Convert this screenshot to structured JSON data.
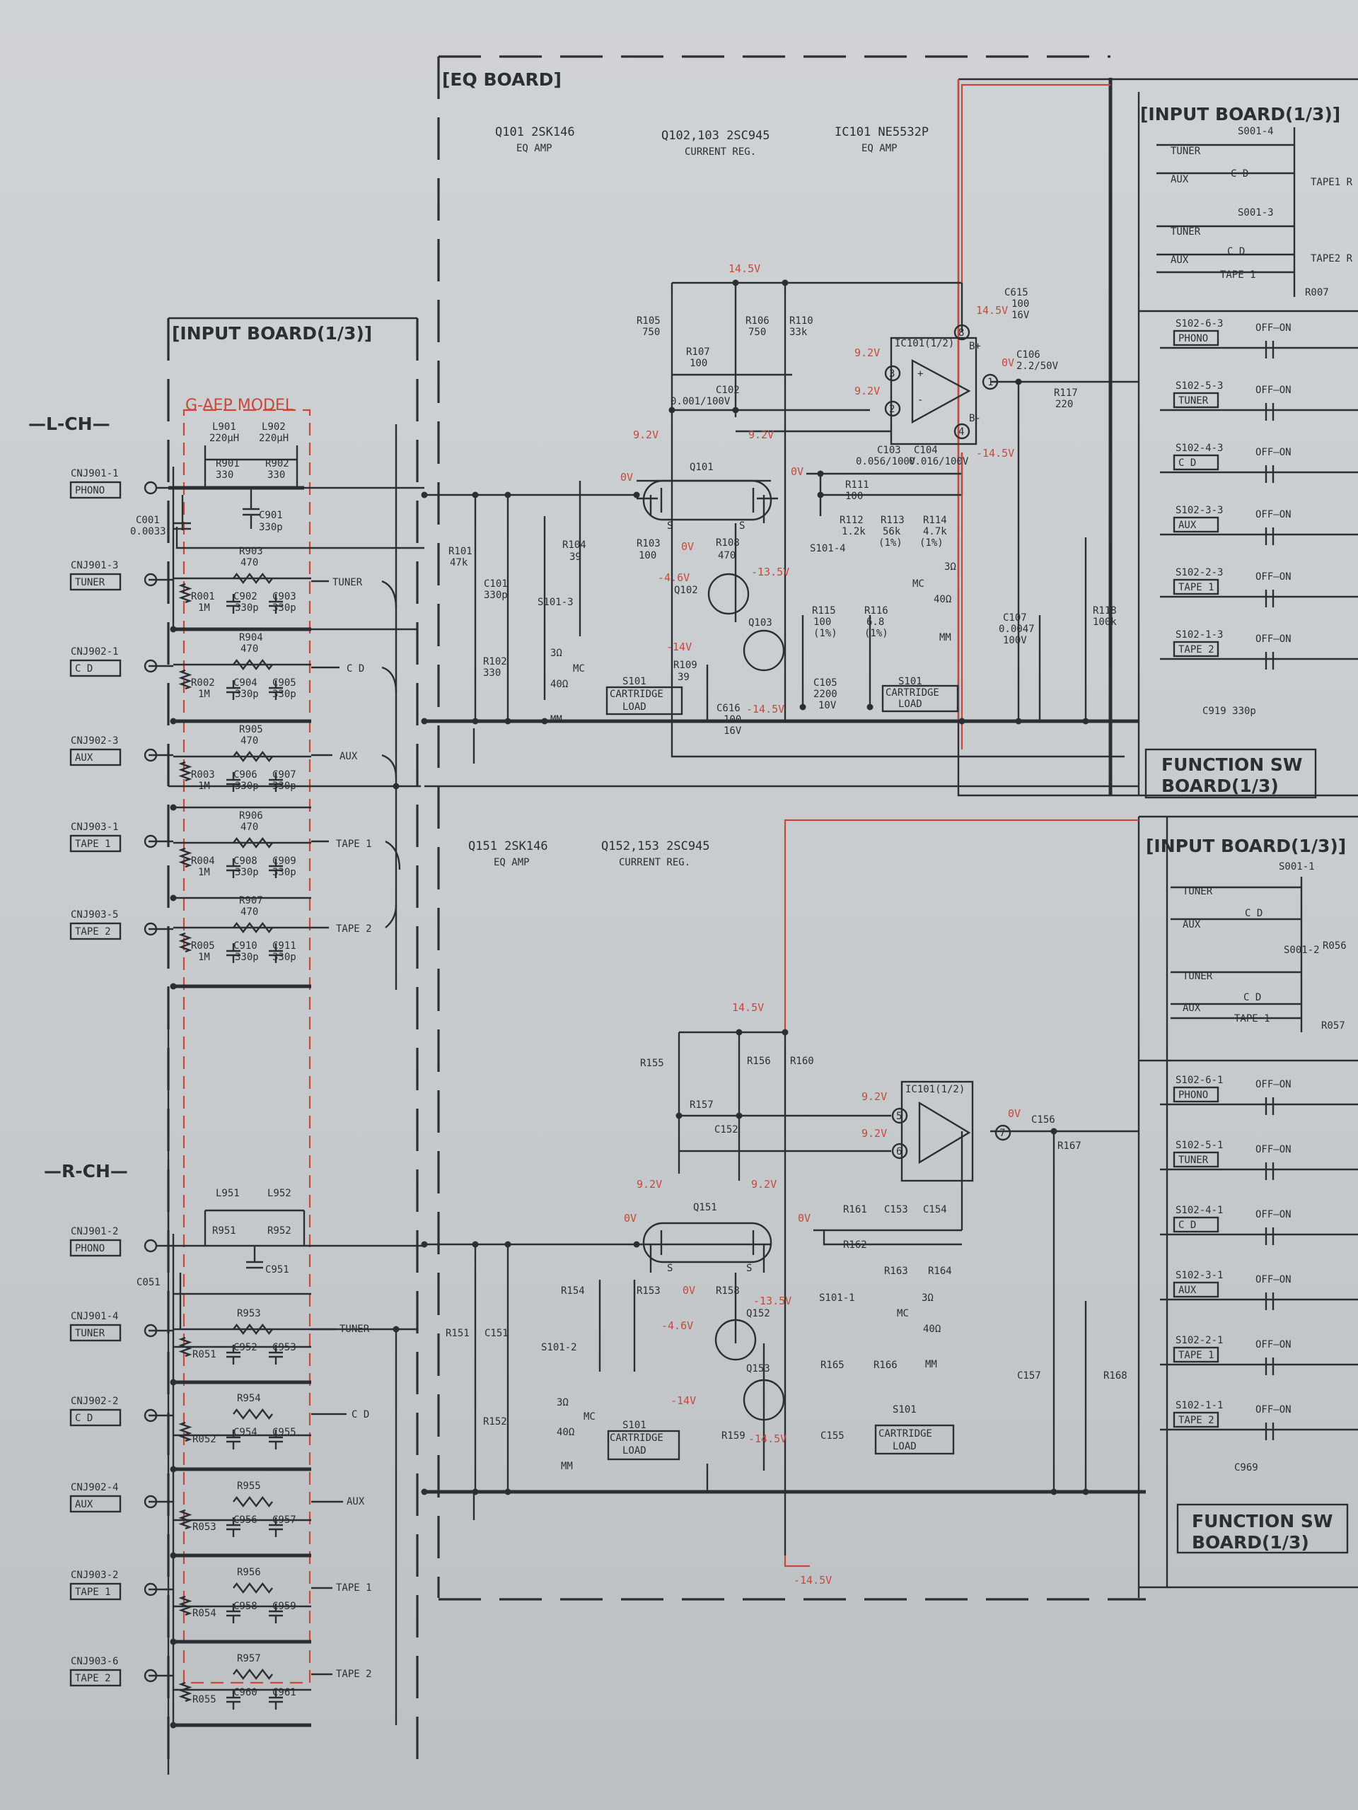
{
  "boards": {
    "eq_board": "[EQ BOARD]",
    "input_board_left": "[INPUT BOARD(1/3)]",
    "input_board_right_top": "[INPUT BOARD(1/3)]",
    "input_board_right_bottom": "[INPUT BOARD(1/3)]",
    "function_sw_top": [
      "FUNCTION SW",
      "BOARD(1/3)"
    ],
    "function_sw_bottom": [
      "FUNCTION SW",
      "BOARD(1/3)"
    ],
    "g_aep_model": "G-AEP MODEL"
  },
  "channels": {
    "left": "—L-CH—",
    "right": "—R-CH—"
  },
  "headers_top": [
    {
      "ref": "Q101 2SK146",
      "desc": "EQ AMP"
    },
    {
      "ref": "Q102,103 2SC945",
      "desc": "CURRENT REG."
    },
    {
      "ref": "IC101 NE5532P",
      "desc": "EQ AMP"
    }
  ],
  "headers_bottom": [
    {
      "ref": "Q151 2SK146",
      "desc": "EQ AMP"
    },
    {
      "ref": "Q152,153 2SC945",
      "desc": "CURRENT REG."
    }
  ],
  "connectors_l": [
    {
      "ref": "CNJ901-1",
      "label": "PHONO"
    },
    {
      "ref": "CNJ901-3",
      "label": "TUNER"
    },
    {
      "ref": "CNJ902-1",
      "label": "C D"
    },
    {
      "ref": "CNJ902-3",
      "label": "AUX"
    },
    {
      "ref": "CNJ903-1",
      "label": "TAPE 1"
    },
    {
      "ref": "CNJ903-5",
      "label": "TAPE 2"
    }
  ],
  "connectors_r": [
    {
      "ref": "CNJ901-2",
      "label": "PHONO"
    },
    {
      "ref": "CNJ901-4",
      "label": "TUNER"
    },
    {
      "ref": "CNJ902-2",
      "label": "C D"
    },
    {
      "ref": "CNJ902-4",
      "label": "AUX"
    },
    {
      "ref": "CNJ903-2",
      "label": "TAPE 1"
    },
    {
      "ref": "CNJ903-6",
      "label": "TAPE 2"
    }
  ],
  "bus_labels_l": [
    "TUNER",
    "C D",
    "AUX",
    "TAPE 1",
    "TAPE 2"
  ],
  "bus_labels_r": [
    "TUNER",
    "C D",
    "AUX",
    "TAPE 1",
    "TAPE 2"
  ],
  "input_parts_l": {
    "phono": [
      "L901",
      "220μH",
      "L902",
      "220μH",
      "R901",
      "330",
      "R902",
      "330",
      "C901",
      "330p",
      "C001",
      "0.0033"
    ],
    "rows": [
      [
        "R903",
        "470",
        "R001",
        "1M",
        "C902",
        "330p",
        "C903",
        "330p"
      ],
      [
        "R904",
        "470",
        "R002",
        "1M",
        "C904",
        "330p",
        "C905",
        "330p"
      ],
      [
        "R905",
        "470",
        "R003",
        "1M",
        "C906",
        "330p",
        "C907",
        "330p"
      ],
      [
        "R906",
        "470",
        "R004",
        "1M",
        "C908",
        "330p",
        "C909",
        "330p"
      ],
      [
        "R907",
        "470",
        "R005",
        "1M",
        "C910",
        "330p",
        "C911",
        "330p"
      ]
    ]
  },
  "input_parts_r": {
    "phono": [
      "L951",
      "L952",
      "R951",
      "R952",
      "C951",
      "C051"
    ],
    "rows": [
      [
        "R953",
        "R051",
        "C952",
        "C953"
      ],
      [
        "R954",
        "R052",
        "C954",
        "C955"
      ],
      [
        "R955",
        "R053",
        "C956",
        "C957"
      ],
      [
        "R956",
        "R054",
        "C958",
        "C959"
      ],
      [
        "R957",
        "R055",
        "C960",
        "C961"
      ]
    ]
  },
  "eq_top_parts": {
    "r101": [
      "R101",
      "47k"
    ],
    "c101": [
      "C101",
      "330p"
    ],
    "r102": [
      "R102",
      "330"
    ],
    "r104": [
      "R104",
      "39"
    ],
    "r103": [
      "R103",
      "100"
    ],
    "r105": [
      "R105",
      "750"
    ],
    "r106": [
      "R106",
      "750"
    ],
    "r110": [
      "R110",
      "33k"
    ],
    "r107": [
      "R107",
      "100"
    ],
    "c102": [
      "C102",
      "0.001/100V"
    ],
    "q101": "Q101",
    "q102": "Q102",
    "q103": "Q103",
    "r108": [
      "R108",
      "470"
    ],
    "r109": [
      "R109",
      "39"
    ],
    "c616": [
      "C616",
      "100",
      "16V"
    ],
    "c105": [
      "C105",
      "2200",
      "10V"
    ],
    "r111": [
      "R111",
      "100"
    ],
    "r112": [
      "R112",
      "1.2k"
    ],
    "r113": [
      "R113",
      "56k",
      "(1%)"
    ],
    "r114": [
      "R114",
      "4.7k",
      "(1%)"
    ],
    "c103": [
      "C103",
      "0.056/100V"
    ],
    "c104": [
      "C104",
      "0.016/100V"
    ],
    "r115": [
      "R115",
      "100",
      "(1%)"
    ],
    "r116": [
      "R116",
      "6.8",
      "(1%)"
    ],
    "ic": "IC101(1/2)",
    "c615": [
      "C615",
      "100",
      "16V"
    ],
    "c106": [
      "C106",
      "2.2/50V"
    ],
    "r117": [
      "R117",
      "220"
    ],
    "c107": [
      "C107",
      "0.0047",
      "100V"
    ],
    "r118": [
      "R118",
      "100k"
    ],
    "s101_3": "S101-3",
    "s101_4": "S101-4",
    "cartridge": [
      "S101",
      "CARTRIDGE",
      "LOAD"
    ],
    "mcmm": [
      "3Ω",
      "MC",
      "40Ω",
      "MM"
    ],
    "pins": [
      "8",
      "B+",
      "3",
      "2",
      "1",
      "4",
      "B-",
      "+",
      "-"
    ],
    "s": "S"
  },
  "eq_bottom_parts": {
    "r151": "R151",
    "c151": "C151",
    "r152": "R152",
    "r154": "R154",
    "r153": "R153",
    "r155": "R155",
    "r156": "R156",
    "r160": "R160",
    "r157": "R157",
    "c152": "C152",
    "q151": "Q151",
    "q152": "Q152",
    "q153": "Q153",
    "r158": "R158",
    "r159": "R159",
    "c155": "C155",
    "r161": "R161",
    "c153": "C153",
    "c154": "C154",
    "r162": "R162",
    "r163": "R163",
    "r164": "R164",
    "r165": "R165",
    "r166": "R166",
    "ic": "IC101(1/2)",
    "c156": "C156",
    "r167": "R167",
    "c157": "C157",
    "r168": "R168",
    "s101_2": "S101-2",
    "s101_1": "S101-1",
    "pins": [
      "5",
      "6",
      "7"
    ]
  },
  "voltages": {
    "v145": "14.5V",
    "vn145": "-14.5V",
    "v92": "9.2V",
    "v0": "0V",
    "vn46": "-4.6V",
    "vn135": "-13.5V",
    "vn14": "-14V"
  },
  "right_top": {
    "s001_4": "S001-4",
    "s001_3": "S001-3",
    "tuner": "TUNER",
    "aux": "AUX",
    "cd": "C D",
    "tape": "TAPE 1",
    "rec_out": [
      "TAPE1 R",
      "TAPE2 R"
    ],
    "r007": "R007",
    "switches": [
      [
        "S102-6-3",
        "PHONO"
      ],
      [
        "S102-5-3",
        "TUNER"
      ],
      [
        "S102-4-3",
        "C D"
      ],
      [
        "S102-3-3",
        "AUX"
      ],
      [
        "S102-2-3",
        "TAPE 1"
      ],
      [
        "S102-1-3",
        "TAPE 2"
      ]
    ],
    "offon": "OFF—ON",
    "bus": [
      "TUNER",
      "C D",
      "AUX",
      "TAPE 1",
      "TAPE 2"
    ],
    "c919": "C919 330p"
  },
  "right_bottom": {
    "s001_1": "S001-1",
    "s001_2": "S001-2",
    "tuner": "TUNER",
    "aux": "AUX",
    "cd": "C D",
    "tape": "TAPE 1",
    "r056": "R056",
    "r057": "R057",
    "switches": [
      [
        "S102-6-1",
        "PHONO"
      ],
      [
        "S102-5-1",
        "TUNER"
      ],
      [
        "S102-4-1",
        "C D"
      ],
      [
        "S102-3-1",
        "AUX"
      ],
      [
        "S102-2-1",
        "TAPE 1"
      ],
      [
        "S102-1-1",
        "TAPE 2"
      ]
    ],
    "offon": "OFF—ON",
    "bus": [
      "TUNER",
      "C D",
      "AUX",
      "TAPE 1",
      "TAPE 2"
    ],
    "c969": "C969"
  }
}
